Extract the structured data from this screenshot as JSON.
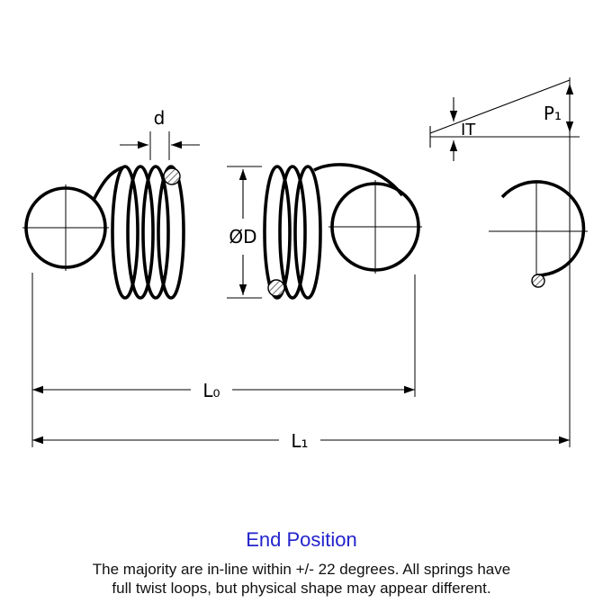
{
  "diagram": {
    "title": "Extension spring dimension drawing",
    "dimension_labels": {
      "d": "d",
      "od": "ØD",
      "l0": "L₀",
      "l1": "L₁",
      "p1": "P₁",
      "it": "IT"
    },
    "colors": {
      "line": "#000000",
      "end_position_blue": "#2323cc"
    },
    "footer": {
      "end_position": "End Position",
      "caption_line1": "The majority are in-line within +/- 22 degrees. All springs have",
      "caption_line2": "full twist loops, but physical shape may appear different."
    }
  }
}
